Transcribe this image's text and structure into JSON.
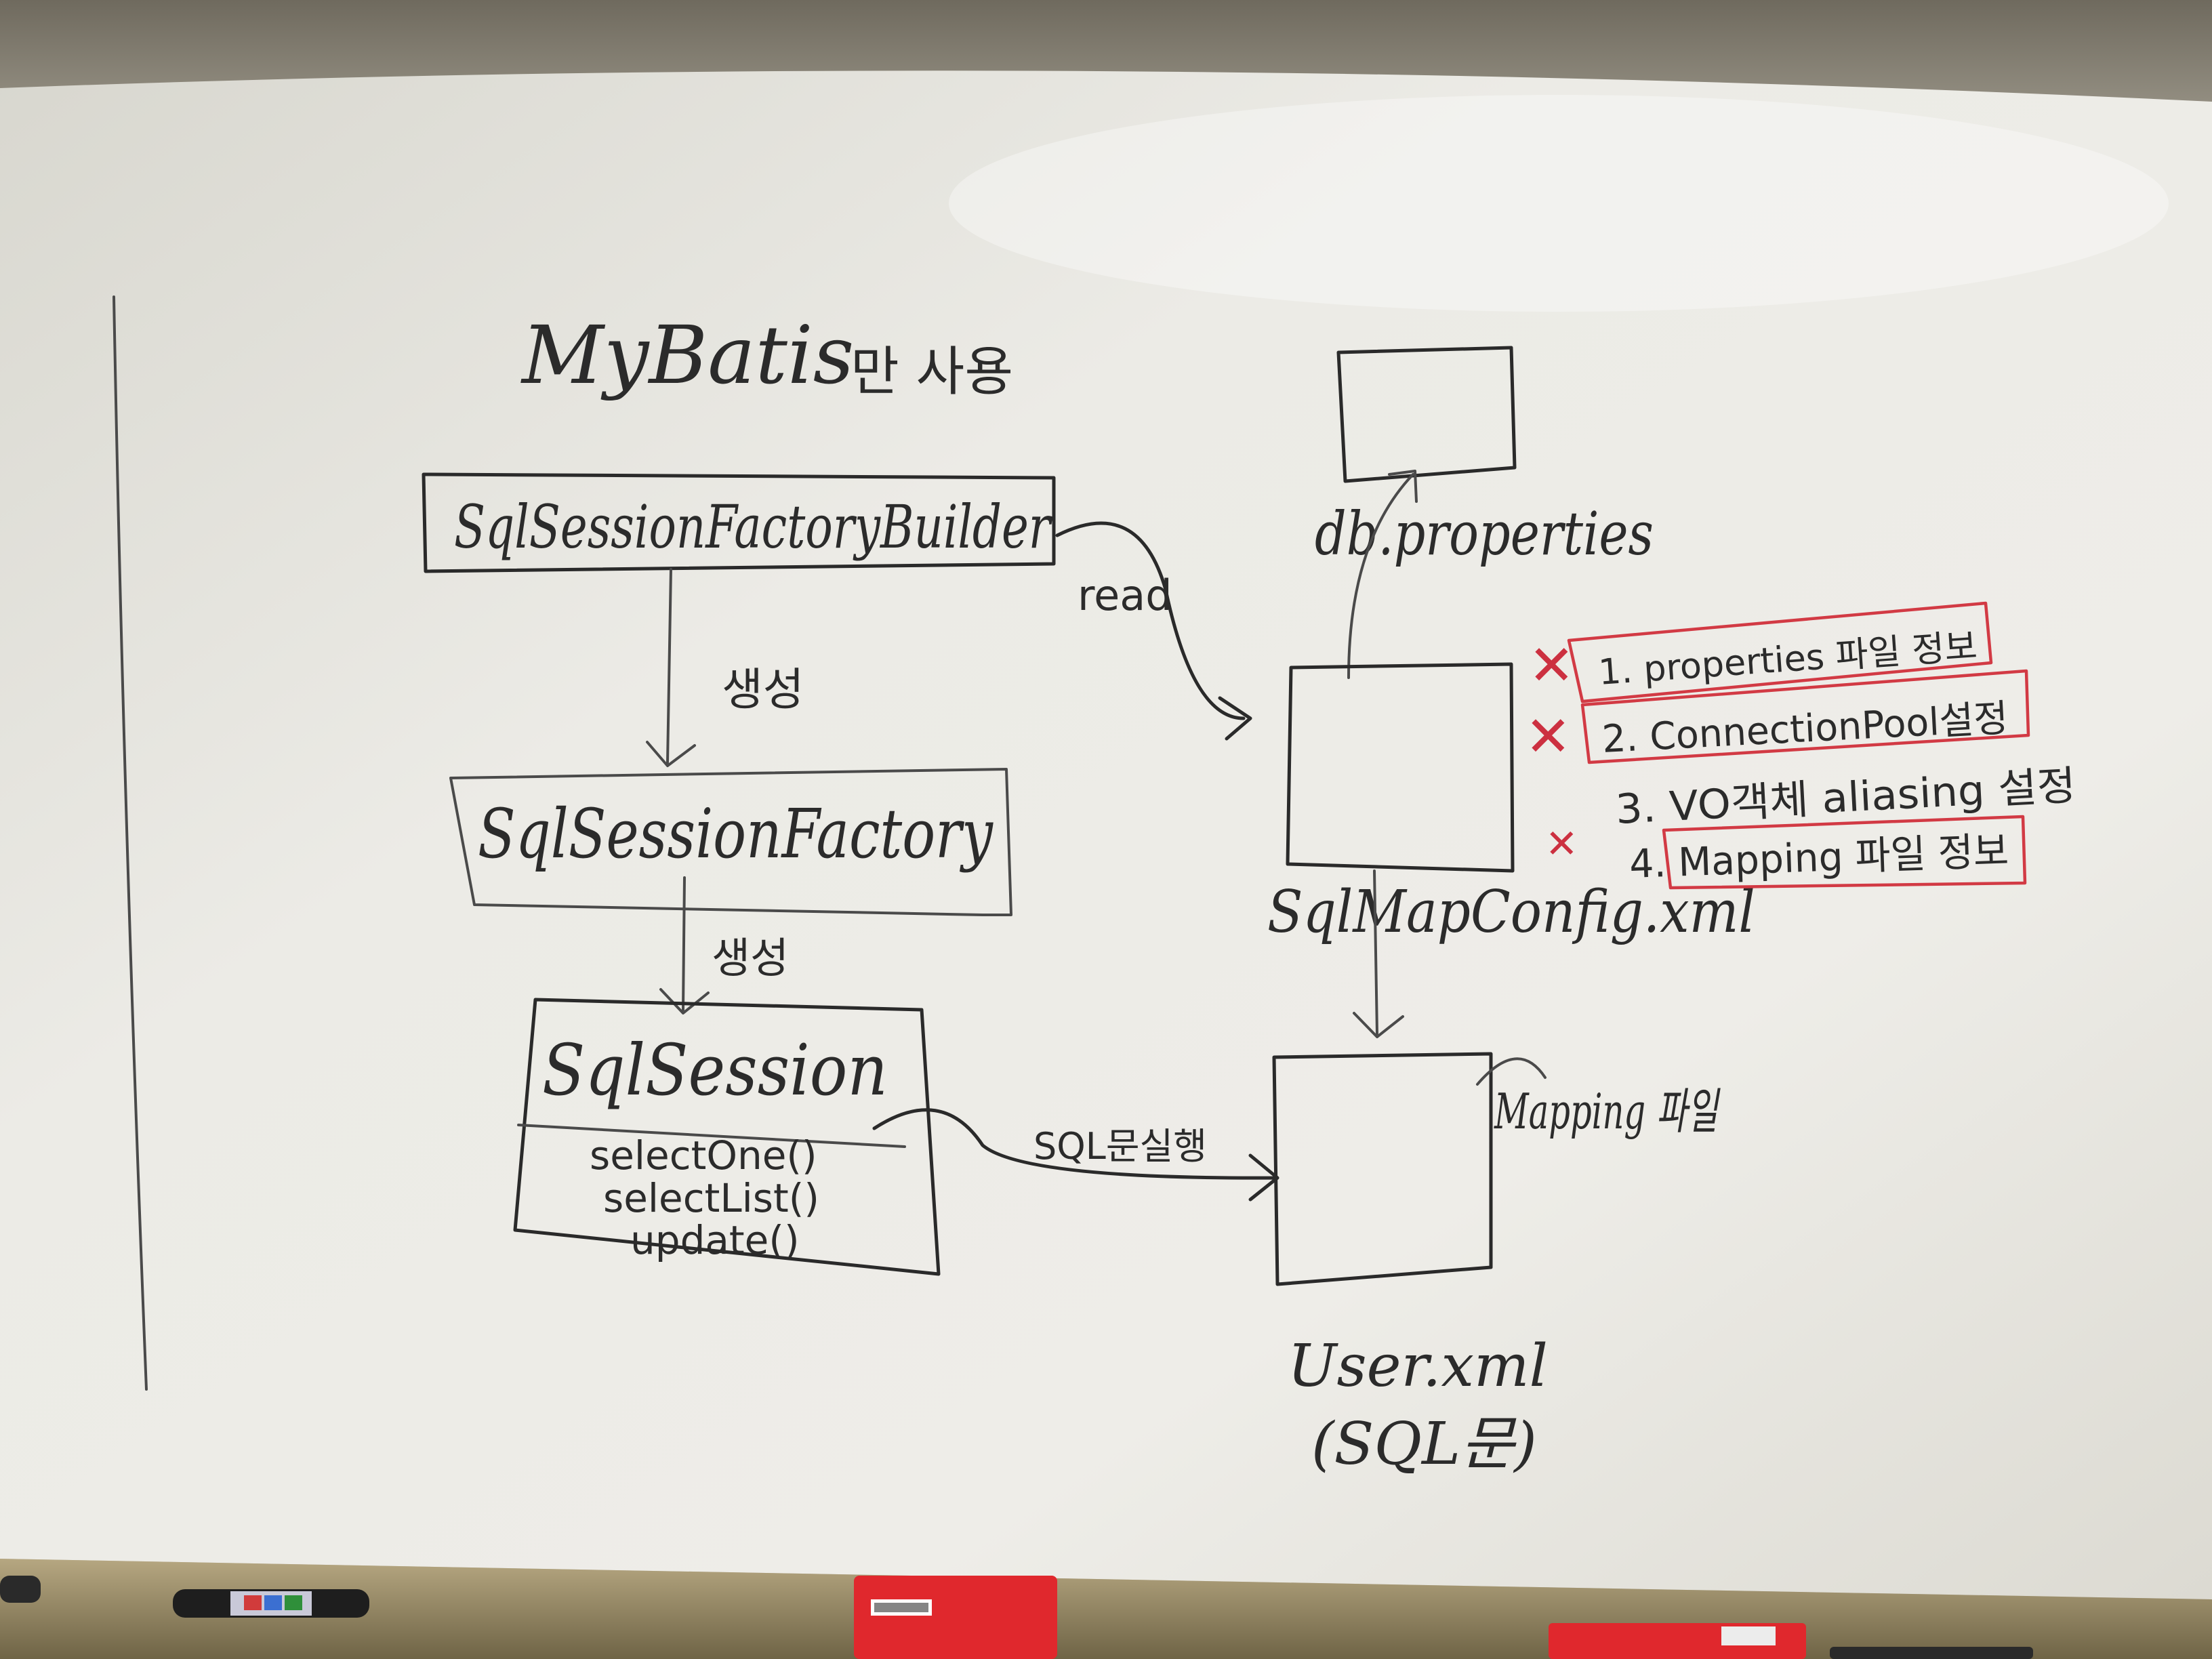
{
  "board": {
    "title": "MyBatis",
    "title_suffix": "만 사용"
  },
  "flow": {
    "builder": "SqlSessionFactoryBuilder",
    "arrow_create_1": "생성",
    "factory": "SqlSessionFactory",
    "arrow_create_2": "생성",
    "session": "SqlSession",
    "session_methods": [
      "selectOne()",
      "selectList()",
      "update()"
    ],
    "arrow_read": "read",
    "arrow_execute": "SQL문실행"
  },
  "config": {
    "db_label": "db.properties",
    "config_label": "SqlMapConfig.xml",
    "items": [
      {
        "text": "1. properties 파일 정보",
        "marked": true
      },
      {
        "text": "2. ConnectionPool설정",
        "marked": true
      },
      {
        "text": "3. VO객체 aliasing 설정",
        "marked": false
      },
      {
        "text": "4. Mapping 파일 정보",
        "marked": true
      }
    ],
    "mark_symbol": "✕"
  },
  "mapping": {
    "side_label": "Mapping 파일",
    "file_label": "User.xml",
    "file_sub": "(SQL문)"
  },
  "colors": {
    "board": "#e9e9e3",
    "ink": "#2a2a2a",
    "red_marker": "#d23a44",
    "eraser": "#e0282d",
    "frame": "#9d8f6e"
  }
}
